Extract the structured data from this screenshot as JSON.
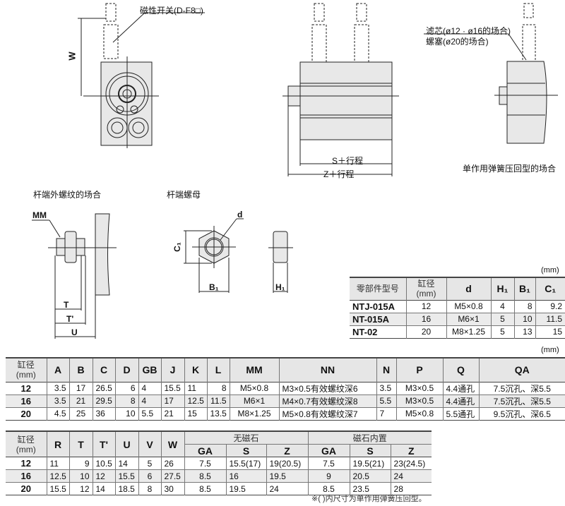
{
  "drawing_labels": {
    "switch": "磁性开关(D-F8□)",
    "w": "W",
    "s_stroke": "S＋行程",
    "z_stroke": "Z＋行程",
    "filter_line1": "滤芯(ø12 · ø16的场合)",
    "filter_line2": "螺塞(ø20的场合)",
    "single_acting": "单作用弹簧压回型的场合",
    "rod_thread_title": "杆端外螺纹的场合",
    "mm": "MM",
    "t": "T",
    "t_prime": "T'",
    "u": "U",
    "nut_title": "杆端螺母",
    "d": "d",
    "c1": "C₁",
    "b1": "B₁",
    "h1": "H₁"
  },
  "nut_table": {
    "unit": "(mm)",
    "headers": [
      "零部件型号",
      "缸径\n(mm)",
      "d",
      "H₁",
      "B₁",
      "C₁"
    ],
    "rows": [
      [
        "NTJ-015A",
        "12",
        "M5×0.8",
        "4",
        "8",
        "9.2"
      ],
      [
        "NT-015A",
        "16",
        "M6×1",
        "5",
        "10",
        "11.5"
      ],
      [
        "NT-02",
        "20",
        "M8×1.25",
        "5",
        "13",
        "15"
      ]
    ]
  },
  "table1": {
    "unit": "(mm)",
    "headers": [
      "缸径\n(mm)",
      "A",
      "B",
      "C",
      "D",
      "GB",
      "J",
      "K",
      "L",
      "MM",
      "NN",
      "N",
      "P",
      "Q",
      "QA"
    ],
    "rows": [
      [
        "12",
        "3.5",
        "17",
        "26.5",
        "6",
        "4",
        "15.5",
        "11",
        "8",
        "M5×0.8",
        "M3×0.5有效螺纹深6",
        "3.5",
        "M3×0.5",
        "4.4通孔",
        "7.5沉孔、深5.5"
      ],
      [
        "16",
        "3.5",
        "21",
        "29.5",
        "8",
        "4",
        "17",
        "12.5",
        "11.5",
        "M6×1",
        "M4×0.7有效螺纹深8",
        "5.5",
        "M3×0.5",
        "4.4通孔",
        "7.5沉孔、深5.5"
      ],
      [
        "20",
        "4.5",
        "25",
        "36",
        "10",
        "5.5",
        "21",
        "15",
        "13.5",
        "M8×1.25",
        "M5×0.8有效螺纹深7",
        "7",
        "M5×0.8",
        "5.5通孔",
        "9.5沉孔、深6.5"
      ]
    ]
  },
  "table2": {
    "headers": [
      "缸径\n(mm)",
      "R",
      "T",
      "T'",
      "U",
      "V",
      "W"
    ],
    "group1": "无磁石",
    "group2": "磁石内置",
    "sub": [
      "GA",
      "S",
      "Z",
      "GA",
      "S",
      "Z"
    ],
    "rows": [
      [
        "12",
        "11",
        "9",
        "10.5",
        "14",
        "5",
        "26",
        "7.5",
        "15.5(17)",
        "19(20.5)",
        "7.5",
        "19.5(21)",
        "23(24.5)"
      ],
      [
        "16",
        "12.5",
        "10",
        "12",
        "15.5",
        "6",
        "27.5",
        "8.5",
        "16",
        "19.5",
        "9",
        "20.5",
        "24"
      ],
      [
        "20",
        "15.5",
        "12",
        "14",
        "18.5",
        "8",
        "30",
        "8.5",
        "19.5",
        "24",
        "8.5",
        "23.5",
        "28"
      ]
    ],
    "note": "※(  )内尺寸为单作用弹簧压回型。"
  }
}
